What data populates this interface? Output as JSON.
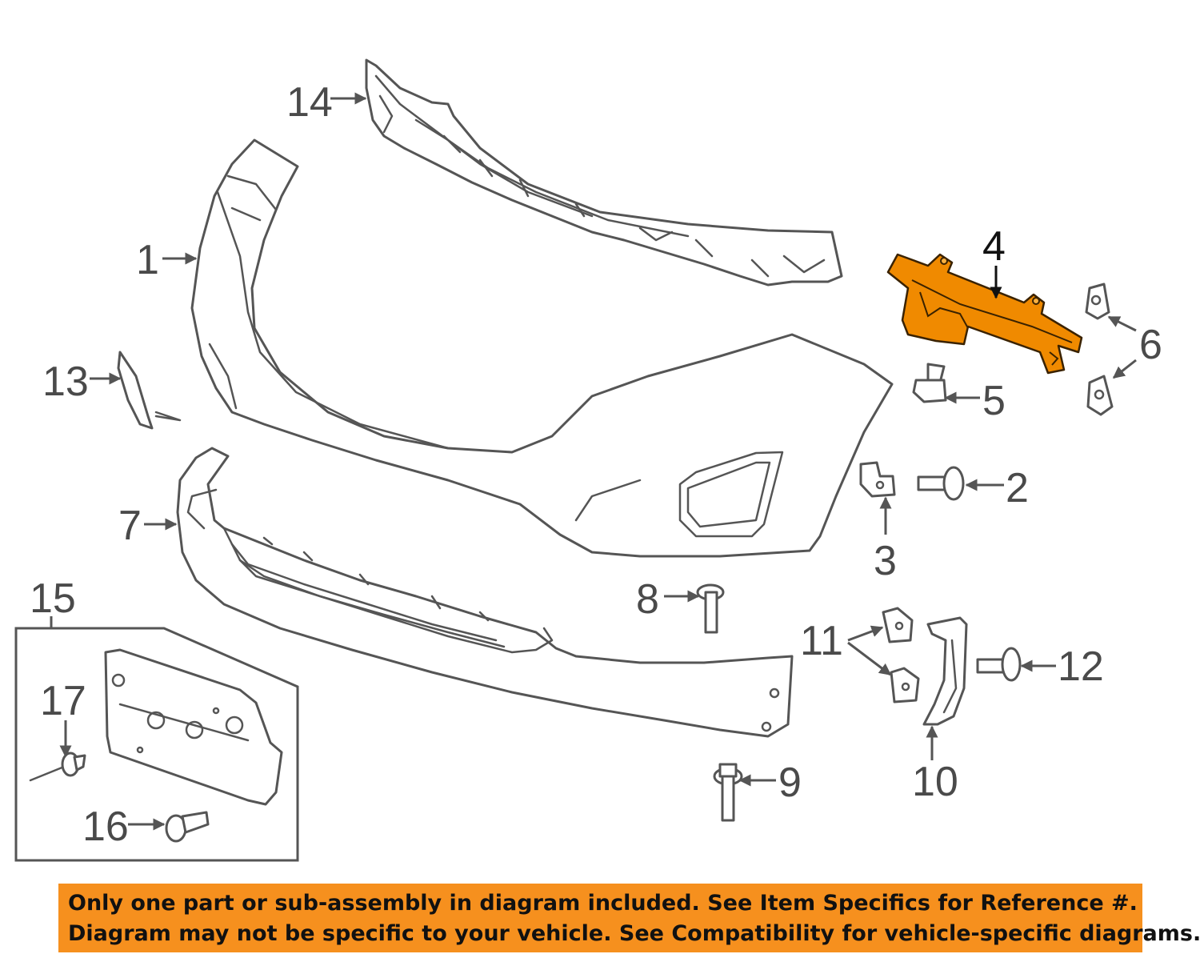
{
  "diagram": {
    "callouts": {
      "c1": "1",
      "c2": "2",
      "c3": "3",
      "c4": "4",
      "c5": "5",
      "c6": "6",
      "c7": "7",
      "c8": "8",
      "c9": "9",
      "c10": "10",
      "c11": "11",
      "c12": "12",
      "c13": "13",
      "c14": "14",
      "c15": "15",
      "c16": "16",
      "c17": "17"
    },
    "highlighted_part": "4",
    "highlight_color": "#f08a00"
  },
  "banner": {
    "line1": "Only one part or sub-assembly in diagram included. See Item Specifics for Reference #.",
    "line2": "Diagram may not be specific to your vehicle. See Compatibility for vehicle-specific diagrams.",
    "background": "#f6901e"
  }
}
